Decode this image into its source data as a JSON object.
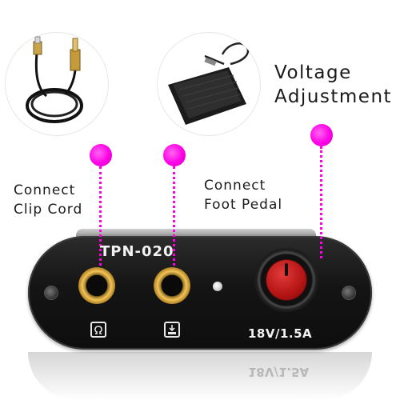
{
  "labels": {
    "voltage_line1": "Voltage",
    "voltage_line2": "Adjustment",
    "clip_line1": "Connect",
    "clip_line2": "Clip Cord",
    "pedal_line1": "Connect",
    "pedal_line2": "Foot Pedal"
  },
  "device": {
    "model": "TPN-020",
    "rating": "18V/1.5A"
  },
  "colors": {
    "accent": "#ff00e6",
    "knob": "#b31414",
    "jack_gold": "#f2c458",
    "body": "#141414"
  },
  "icons": {
    "clip_cord_jack_icon": "omega-clip-cord-icon",
    "foot_pedal_jack_icon": "foot-pedal-icon"
  }
}
